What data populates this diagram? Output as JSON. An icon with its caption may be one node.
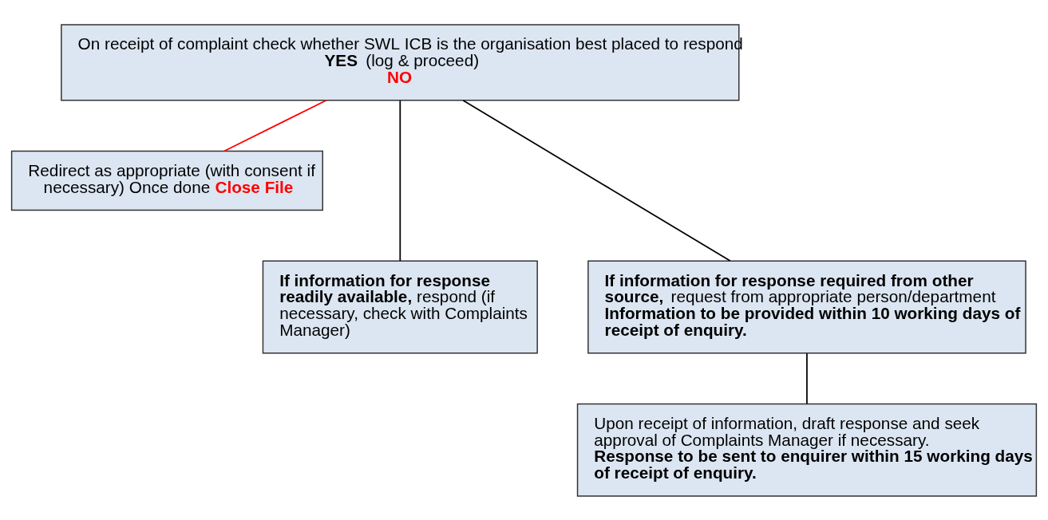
{
  "diagram": {
    "nodes": [
      {
        "text": [
          "On receipt of complaint check whether SWL ICB is the organisation best placed to respond",
          "**YES** (log & proceed)",
          "NO"
        ]
      },
      {
        "text": [
          "Redirect as appropriate (with consent if necessary) Once done **Close File**"
        ]
      },
      {
        "text": [
          "**If information for response readily available,** respond (if necessary, check with Complaints Manager)"
        ]
      },
      {
        "text": [
          "**If information for response required from other source,** request from appropriate person/department **Information to be provided within 10 working days of receipt of enquiry.**"
        ]
      },
      {
        "text": [
          "Upon receipt of information, draft response and seek approval of Complaints Manager if necessary. **Response to be sent to enquirer within 15 working days of receipt of enquiry.**"
        ]
      }
    ],
    "edges": [
      {
        "from": 0,
        "to": 2,
        "arrow": "none"
      },
      {
        "from": 0,
        "to": 3,
        "arrow": "none"
      },
      {
        "from": 0,
        "to": 1,
        "arrow": "none",
        "color": "#ff0000"
      },
      {
        "from": 3,
        "to": 4,
        "arrow": "none"
      }
    ]
  }
}
